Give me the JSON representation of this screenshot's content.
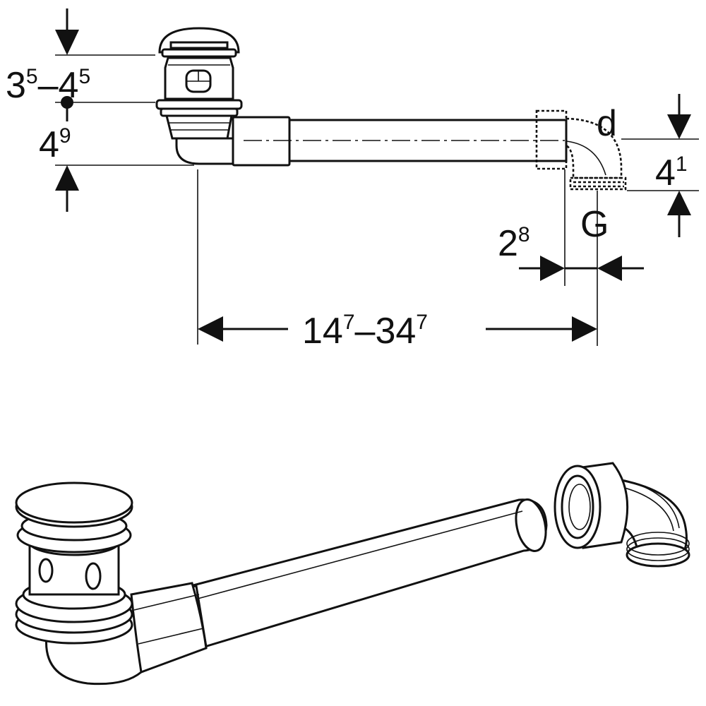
{
  "dimensions": {
    "height_top": {
      "base": "3",
      "sup_a": "5",
      "sep": "–",
      "base2": "4",
      "sup_b": "5"
    },
    "height_bottom": {
      "base": "4",
      "sup": "9"
    },
    "outlet_height": {
      "base": "4",
      "sup": "1"
    },
    "offset": {
      "base": "2",
      "sup": "8"
    },
    "length": {
      "base": "14",
      "sup_a": "7",
      "sep": "–",
      "base2": "34",
      "sup_b": "7"
    }
  },
  "labels": {
    "diameter": "d",
    "thread": "G"
  }
}
